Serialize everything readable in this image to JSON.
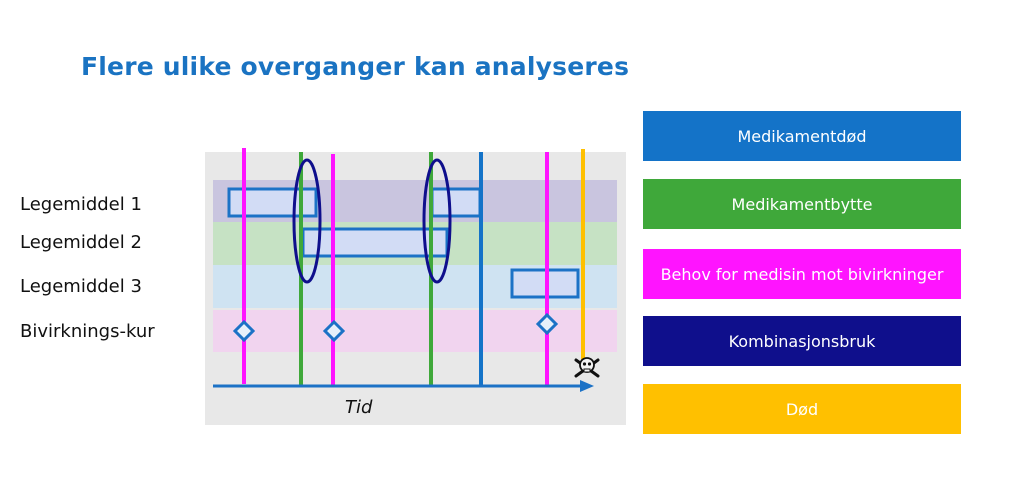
{
  "title": "Flere ulike overganger kan analyseres",
  "row_labels": [
    "Legemiddel 1",
    "Legemiddel 2",
    "Legemiddel 3",
    "Bivirknings-kur"
  ],
  "axis_label": "Tid",
  "death_icon": "skull-crossbones-icon",
  "legend": [
    {
      "label": "Medikamentdød",
      "color": "#1473c8"
    },
    {
      "label": "Medikamentbytte",
      "color": "#3fa83a"
    },
    {
      "label": "Behov for medisin mot bivirkninger",
      "color": "#ff14ff"
    },
    {
      "label": "Kombinasjonsbruk",
      "color": "#0f0f8c"
    },
    {
      "label": "Død",
      "color": "#ffc000"
    }
  ],
  "colors": {
    "panel": "#e8e8e8",
    "row1": "#c9c5df",
    "row2": "#c6e2c4",
    "row3": "#cfe3f2",
    "row4": "#f1d4ef",
    "interval_fill": "#d2dcf5",
    "interval_stroke": "#1c72c6",
    "axis": "#1c72c6"
  }
}
